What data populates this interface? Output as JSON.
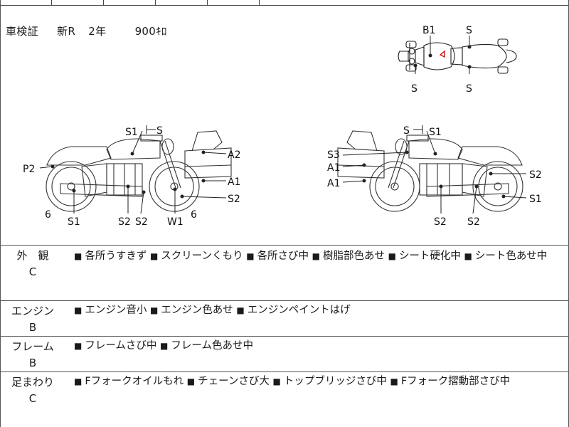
{
  "inspection": {
    "label": "車検証",
    "type": "新R",
    "period": "2年",
    "cc": "900ｷﾛ"
  },
  "diagram": {
    "top": [
      "B1",
      "S",
      "S",
      "S"
    ],
    "left": [
      "S1",
      "S",
      "A2",
      "P2",
      "A1",
      "S2",
      "6",
      "6",
      "S1",
      "S2",
      "S2",
      "W1"
    ],
    "right": [
      "S",
      "S1",
      "S3",
      "A1",
      "A1",
      "S2",
      "S1",
      "S2",
      "S2"
    ]
  },
  "sections": [
    {
      "name": "外　観",
      "grade": "C",
      "items": [
        "各所うすきず",
        "スクリーンくもり",
        "各所さび中",
        "樹脂部色あせ",
        "シート硬化中",
        "シート色あせ中"
      ]
    },
    {
      "name": "エンジン",
      "grade": "B",
      "items": [
        "エンジン音小",
        "エンジン色あせ",
        "エンジンペイントはげ"
      ]
    },
    {
      "name": "フレーム",
      "grade": "B",
      "items": [
        "フレームさび中",
        "フレーム色あせ中"
      ]
    },
    {
      "name": "足まわり",
      "grade": "C",
      "items": [
        "Fフォークオイルもれ",
        "チェーンさび大",
        "トップブリッジさび中",
        "Fフォーク摺動部さび中"
      ]
    }
  ],
  "marker": "■",
  "colors": {
    "line": "#555555",
    "text": "#1a1a1a",
    "accent": "#cc0000"
  }
}
